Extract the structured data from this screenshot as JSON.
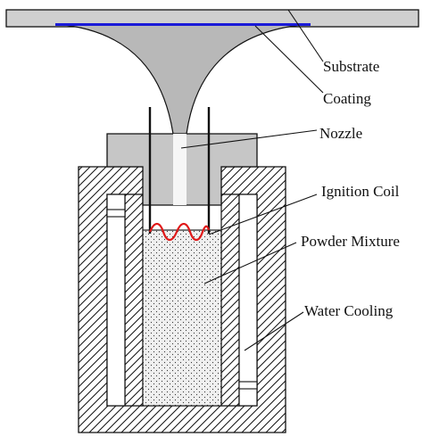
{
  "labels": {
    "substrate": "Substrate",
    "coating": "Coating",
    "nozzle": "Nozzle",
    "ignition_coil": "Ignition Coil",
    "powder_mixture": "Powder Mixture",
    "water_cooling": "Water Cooling"
  },
  "colors": {
    "coating": "#1a1ad8",
    "coil": "#e01818",
    "substrate_fill": "#cfcfcf",
    "plume_fill": "#b8b8b8",
    "nozzle_fill": "#c6c6c6",
    "powder_fill": "#ececec",
    "outline": "#111111"
  }
}
